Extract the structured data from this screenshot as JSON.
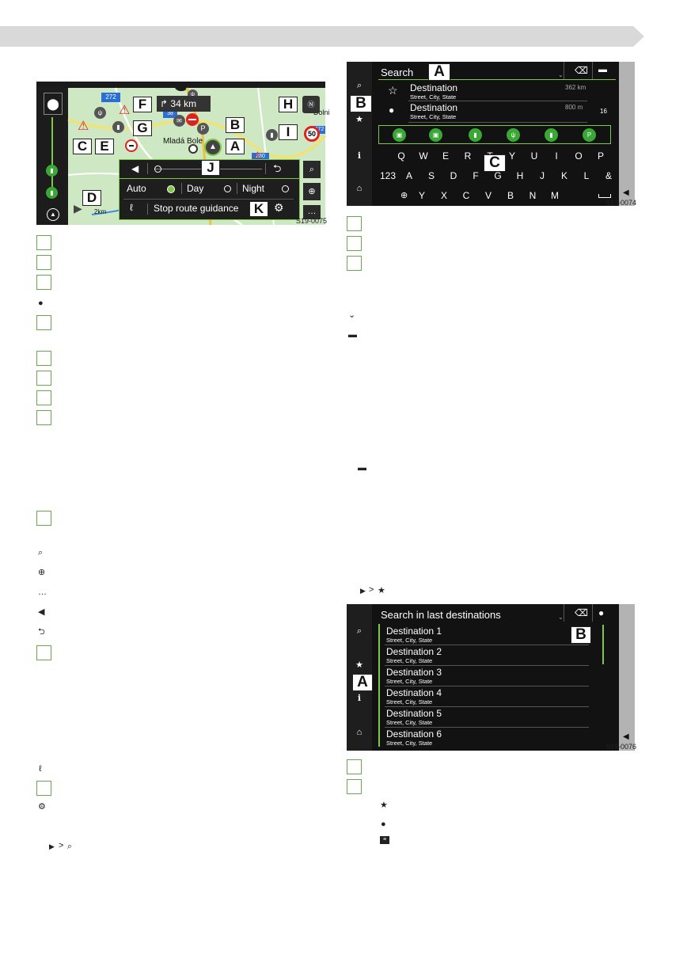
{
  "figure1": {
    "code": "S19-0075",
    "labels": {
      "A": "A",
      "B": "B",
      "C": "C",
      "D": "D",
      "E": "E",
      "F": "F",
      "G": "G",
      "H": "H",
      "I": "I",
      "J": "J",
      "K": "K"
    },
    "map": {
      "distance": "34 km",
      "city": "Mladá Bole",
      "town": "Dolni",
      "road1": "272",
      "road2": "38",
      "road3": "280",
      "road4": "272",
      "speed": "50",
      "scale": "2km"
    },
    "panel": {
      "auto": "Auto",
      "day": "Day",
      "night": "Night",
      "stop": "Stop route guidance"
    }
  },
  "figure2": {
    "code": "S19-0074",
    "labels": {
      "A": "A",
      "B": "B",
      "C": "C"
    },
    "search": "Search",
    "results": [
      {
        "name": "Destination",
        "address": "Street, City, State",
        "distance": "362 km"
      },
      {
        "name": "Destination",
        "address": "Street, City, State",
        "distance": "800 m"
      }
    ],
    "page_count": "16",
    "keyboard": {
      "row1": [
        "Q",
        "W",
        "E",
        "R",
        "T",
        "Y",
        "U",
        "I",
        "O",
        "P"
      ],
      "row2": [
        "123",
        "A",
        "S",
        "D",
        "F",
        "G",
        "H",
        "J",
        "K",
        "L",
        "&"
      ],
      "row3": [
        "Y",
        "X",
        "C",
        "V",
        "B",
        "N",
        "M"
      ]
    }
  },
  "figure3": {
    "code": "S19-0076",
    "labels": {
      "A": "A",
      "B": "B"
    },
    "search": "Search in last destinations",
    "items": [
      {
        "name": "Destination 1",
        "address": "Street, City, State"
      },
      {
        "name": "Destination 2",
        "address": "Street, City, State"
      },
      {
        "name": "Destination 3",
        "address": "Street, City, State"
      },
      {
        "name": "Destination 4",
        "address": "Street, City, State"
      },
      {
        "name": "Destination 5",
        "address": "Street, City, State"
      },
      {
        "name": "Destination 6",
        "address": "Street, City, State"
      }
    ]
  },
  "colors": {
    "accent_green": "#7ec846",
    "box_green": "#6aa84f",
    "map_green": "#cfe8c4",
    "banner": "#d9d9d9"
  }
}
